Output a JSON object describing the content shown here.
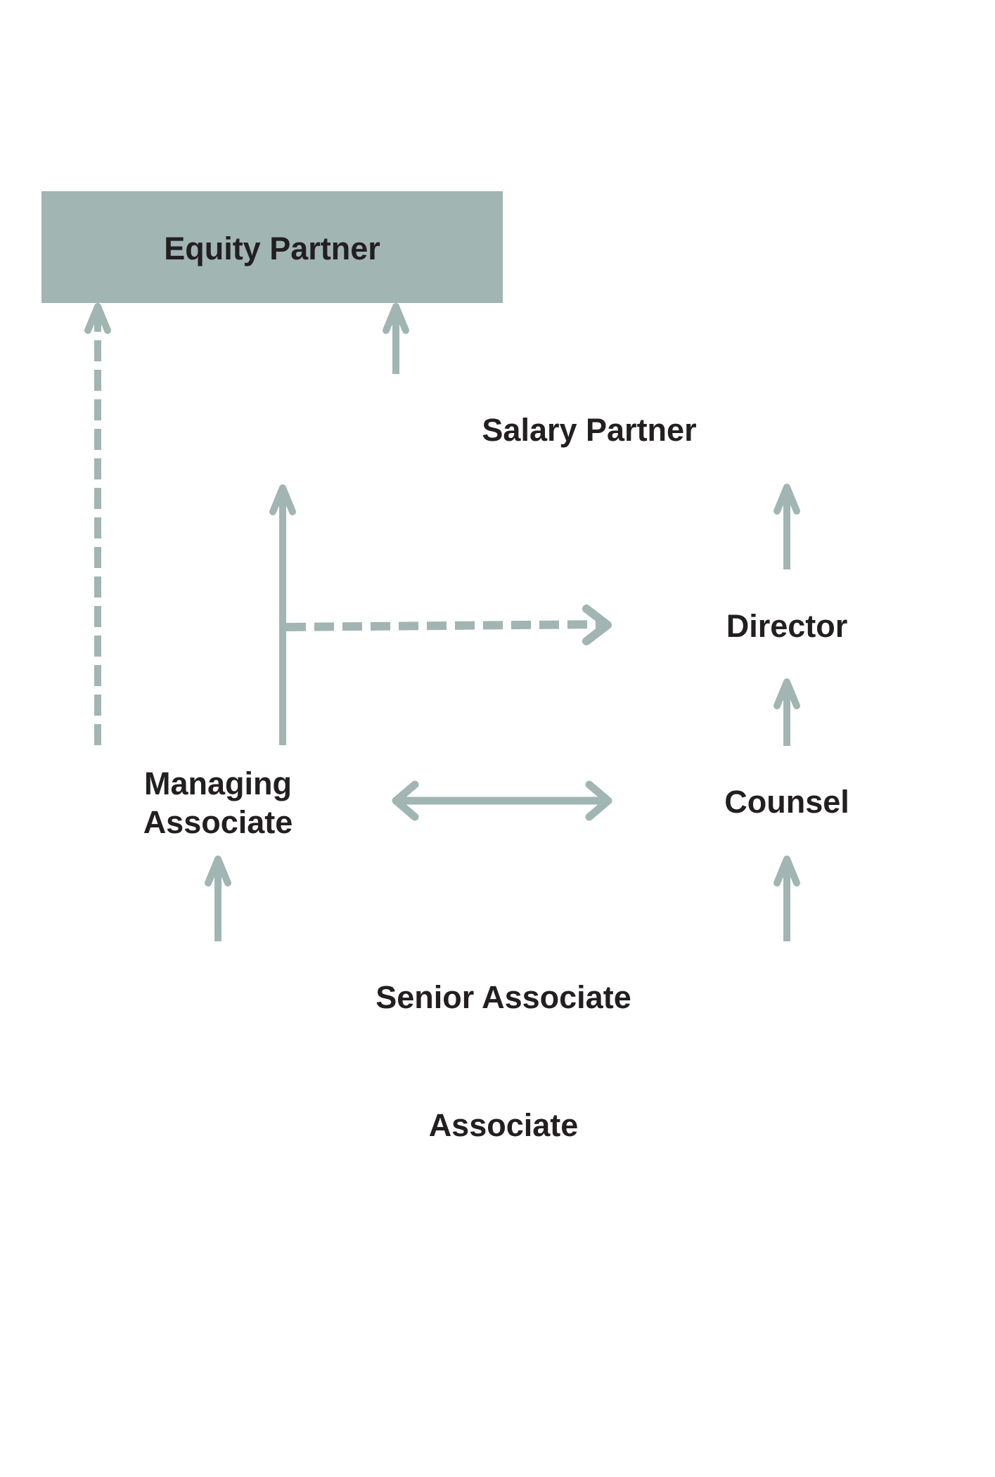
{
  "diagram": {
    "colors": {
      "accent": "#a1b5b3",
      "text": "#231f20",
      "background": "#ffffff"
    },
    "nodes": {
      "equity_partner": "Equity Partner",
      "salary_partner": "Salary Partner",
      "director": "Director",
      "managing_associate_line1": "Managing",
      "managing_associate_line2": "Associate",
      "counsel": "Counsel",
      "senior_associate": "Senior Associate",
      "associate": "Associate"
    },
    "edges": [
      {
        "from": "Managing Associate",
        "to": "Equity Partner",
        "style": "dashed"
      },
      {
        "from": "Salary Partner",
        "to": "Equity Partner",
        "style": "solid"
      },
      {
        "from": "Managing Associate",
        "to": "Salary Partner",
        "style": "solid"
      },
      {
        "from": "Managing Associate",
        "to": "Director",
        "style": "dashed"
      },
      {
        "from": "Director",
        "to": "Salary Partner",
        "style": "solid"
      },
      {
        "from": "Counsel",
        "to": "Director",
        "style": "solid"
      },
      {
        "from": "Managing Associate",
        "to": "Counsel",
        "style": "solid",
        "bidirectional": true
      },
      {
        "from": "Senior Associate",
        "to": "Managing Associate",
        "style": "solid"
      },
      {
        "from": "Senior Associate",
        "to": "Counsel",
        "style": "solid"
      }
    ]
  }
}
